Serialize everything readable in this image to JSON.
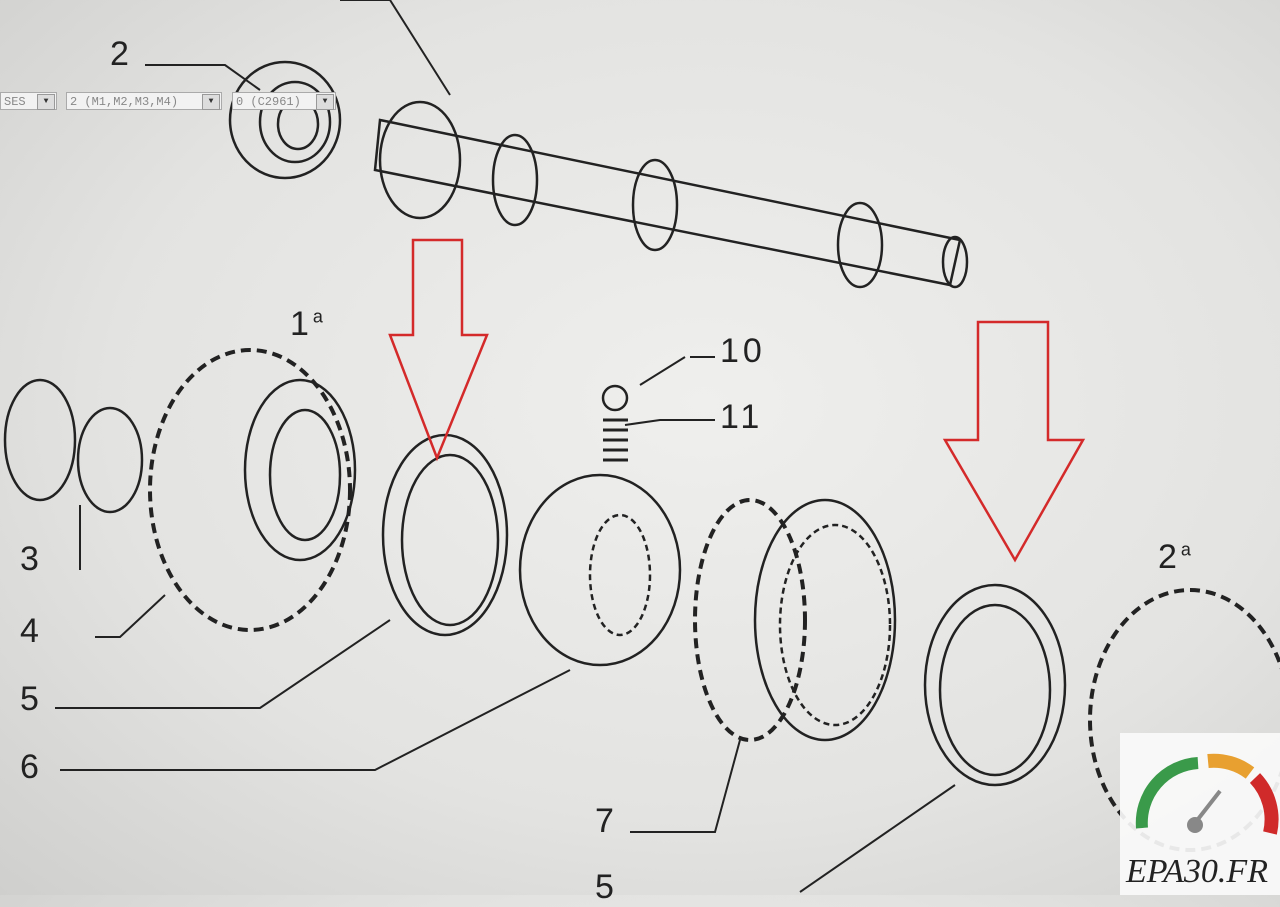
{
  "selectors": [
    {
      "value": "SES"
    },
    {
      "value": "2 (M1,M2,M3,M4)"
    },
    {
      "value": "0 (C2961)"
    }
  ],
  "diagram": {
    "callouts": [
      "2",
      "1",
      "a",
      "10",
      "11",
      "3",
      "4",
      "5",
      "6",
      "7",
      "2",
      "a",
      "5"
    ],
    "arrow_color": "#d42a2a"
  },
  "logo": {
    "text": "EPA30.FR",
    "colors": {
      "green": "#3a9a4a",
      "orange": "#e8a030",
      "red": "#d02a2a"
    }
  }
}
